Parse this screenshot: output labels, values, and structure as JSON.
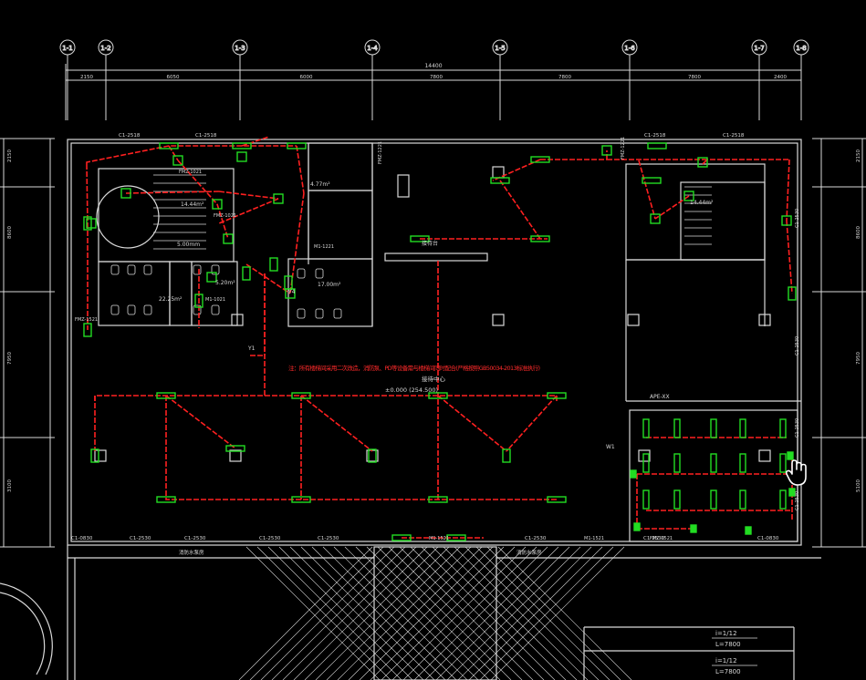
{
  "colors": {
    "background": "#000000",
    "linework": "#d9d9d9",
    "circuit": "#ff2020",
    "fixture": "#22dd22"
  },
  "grid_axes": [
    "1-1",
    "1-2",
    "1-3",
    "1-4",
    "1-5",
    "1-6",
    "1-7",
    "1-8"
  ],
  "top_dimensions": {
    "total": "14400",
    "spans": [
      "2150",
      "6050",
      "6000",
      "7800",
      "7800",
      "7800",
      "2400"
    ]
  },
  "left_dimensions": [
    "2150",
    "8600",
    "7950",
    "3100"
  ],
  "right_dimensions": [
    "2150",
    "8600",
    "7950",
    "5100"
  ],
  "window_labels": {
    "top": [
      "C1-2518",
      "C1-2518",
      "C1-2518",
      "C1-2518"
    ],
    "bottom": [
      "C1-0830",
      "C1-2530",
      "C1-2530",
      "C1-2530",
      "C1-2530",
      "C1-2530",
      "C1-2530",
      "C1-0830"
    ],
    "right_side": [
      "C1-2530",
      "C1-2530",
      "C1-2530",
      "C1-2530"
    ]
  },
  "door_labels": [
    "FMZ-1021",
    "FMZ-1021",
    "FMZ-1221",
    "FMZ-1521",
    "M1-1021",
    "M1-1221",
    "M1-1521",
    "M1-1521",
    "FMZ-1521",
    "FMZ-1221"
  ],
  "room_labels": {
    "stair_left_area": "14.44m²",
    "stair_left_depth": "5.00mm",
    "toilet_area": "22.25m²",
    "small_room_area": "5.20m²",
    "shaft_area": "4.77m²",
    "room_area": "17.00m²",
    "stair_right_area": "14.44m²",
    "lobby": "接待中心",
    "elevation": "±0.000 (254.500)",
    "reception": "接待台"
  },
  "circuit_labels": [
    "Y1",
    "Y4",
    "W1"
  ],
  "panel_label": "APE-XX",
  "notes": {
    "main": "注：所有楼梯间采用二次改造，消防泵、PD等设备需与楼梯间同时配合(严格按照GB50034-2013标准执行)"
  },
  "bottom_labels": [
    "消防水泵房",
    "消防水泵房"
  ],
  "slope_labels": [
    {
      "i": "i=1/12",
      "l": "L=7800"
    },
    {
      "i": "i=1/12",
      "l": "L=7800"
    }
  ],
  "partial_text": "",
  "icons": [
    "hand-cursor-icon"
  ]
}
